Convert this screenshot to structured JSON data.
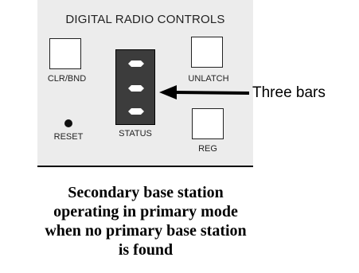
{
  "panel": {
    "title": "DIGITAL RADIO CONTROLS",
    "buttons": {
      "clr_bnd": "CLR/BND",
      "unlatch": "UNLATCH",
      "reset": "RESET",
      "reg": "REG"
    },
    "status_label": "STATUS",
    "status_bars_lit": 3
  },
  "callout": "Three bars",
  "caption": [
    "Secondary base station",
    "operating in primary mode",
    "when no primary base station",
    "is found"
  ],
  "colors": {
    "panel_bg": "#ececec",
    "status_bg": "#3c3c3c",
    "bar": "#ffffff",
    "arrow": "#000000"
  }
}
